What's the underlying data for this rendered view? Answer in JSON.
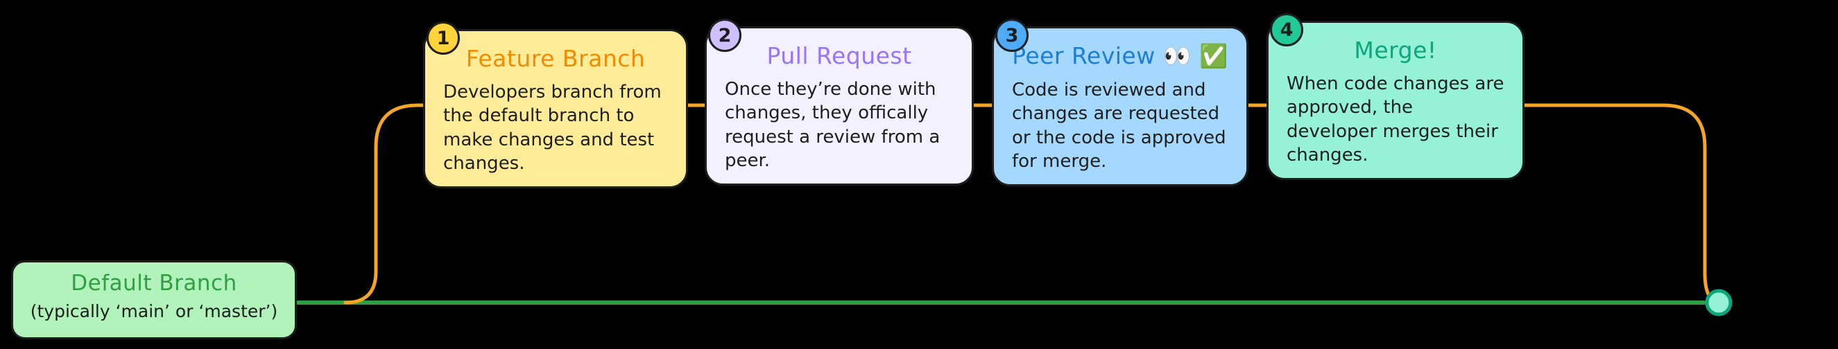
{
  "default_branch": {
    "title": "Default Branch",
    "subtitle": "(typically ‘main’ or ‘master’)"
  },
  "steps": [
    {
      "number": "1",
      "title": "Feature Branch",
      "body": "Developers branch from the default branch to make changes and test changes.",
      "badge_color": "#ffd43b",
      "card_color": "#ffec99",
      "title_color": "#f08c00"
    },
    {
      "number": "2",
      "title": "Pull Request",
      "body": "Once they’re done with changes, they offically request a review from a peer.",
      "badge_color": "#d0bfff",
      "card_color": "#f3f0ff",
      "title_color": "#9775fa"
    },
    {
      "number": "3",
      "title": "Peer Review 👀 ✅",
      "body": "Code is reviewed and changes are requested or the code is approved for merge.",
      "badge_color": "#4dabf7",
      "card_color": "#a5d8ff",
      "title_color": "#1c7ed6"
    },
    {
      "number": "4",
      "title": "Merge!",
      "body": "When code changes are approved, the developer merges their changes.",
      "badge_color": "#20c997",
      "card_color": "#96f2d7",
      "title_color": "#0ca678"
    }
  ],
  "colors": {
    "background": "#000000",
    "default_branch_line": "#2f9e44",
    "feature_branch_line": "#f5a623",
    "merge_node_fill": "#96f2d7",
    "merge_node_stroke": "#0ca678"
  }
}
